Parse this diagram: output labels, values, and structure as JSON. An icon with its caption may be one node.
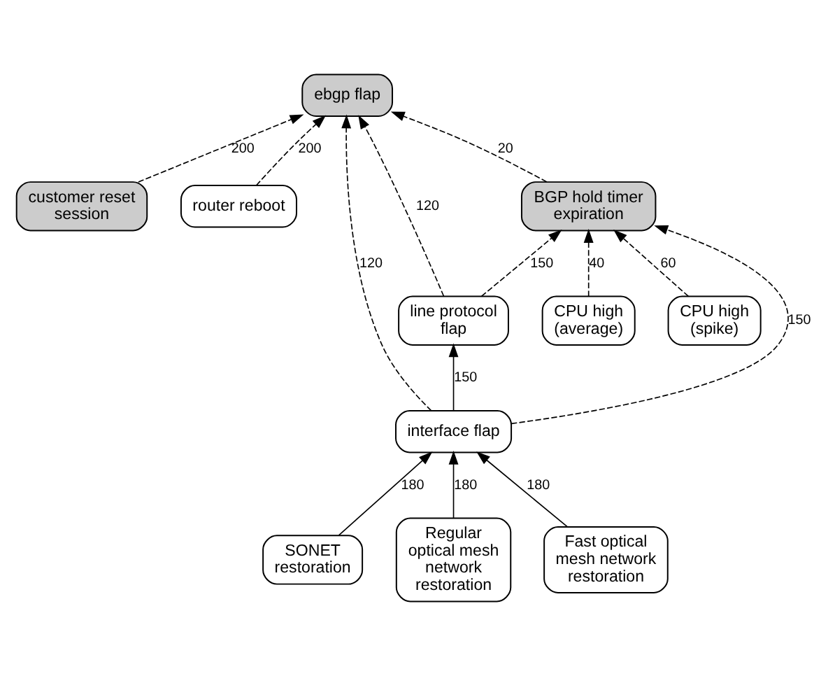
{
  "diagram": {
    "nodes": [
      {
        "text": [
          "ebgp flap"
        ]
      },
      {
        "text": [
          "customer reset session"
        ]
      },
      {
        "text": [
          "router reboot"
        ]
      },
      {
        "text": [
          "BGP hold timer expiration"
        ]
      },
      {
        "text": [
          "line protocol flap"
        ]
      },
      {
        "text": [
          "interface flap"
        ]
      },
      {
        "text": [
          "CPU high (average)"
        ]
      },
      {
        "text": [
          "CPU high (spike)"
        ]
      },
      {
        "text": [
          "SONET restoration"
        ]
      },
      {
        "text": [
          "Regular optical mesh network restoration"
        ]
      },
      {
        "text": [
          "Fast optical mesh network restoration"
        ]
      }
    ],
    "edges": [
      {
        "from": 1,
        "to": 0,
        "arrow": "to",
        "label": "200",
        "style": "dashed"
      },
      {
        "from": 2,
        "to": 0,
        "arrow": "to",
        "label": "200",
        "style": "dashed"
      },
      {
        "from": 3,
        "to": 0,
        "arrow": "to",
        "label": "20",
        "style": "dashed"
      },
      {
        "from": 4,
        "to": 0,
        "arrow": "to",
        "label": "120",
        "style": "dashed"
      },
      {
        "from": 5,
        "to": 0,
        "arrow": "to",
        "label": "120",
        "style": "dashed"
      },
      {
        "from": 4,
        "to": 3,
        "arrow": "to",
        "label": "150",
        "style": "dashed"
      },
      {
        "from": 5,
        "to": 3,
        "arrow": "to",
        "label": "150",
        "style": "dashed"
      },
      {
        "from": 5,
        "to": 4,
        "arrow": "to",
        "label": "150"
      },
      {
        "from": 6,
        "to": 3,
        "arrow": "to",
        "label": "40",
        "style": "dashed"
      },
      {
        "from": 7,
        "to": 3,
        "arrow": "to",
        "label": "60",
        "style": "dashed"
      },
      {
        "from": 9,
        "to": 5,
        "arrow": "to",
        "label": "180"
      },
      {
        "from": 10,
        "to": 5,
        "arrow": "to",
        "label": "180"
      },
      {
        "from": 8,
        "to": 5,
        "arrow": "to",
        "label": "180"
      }
    ]
  }
}
